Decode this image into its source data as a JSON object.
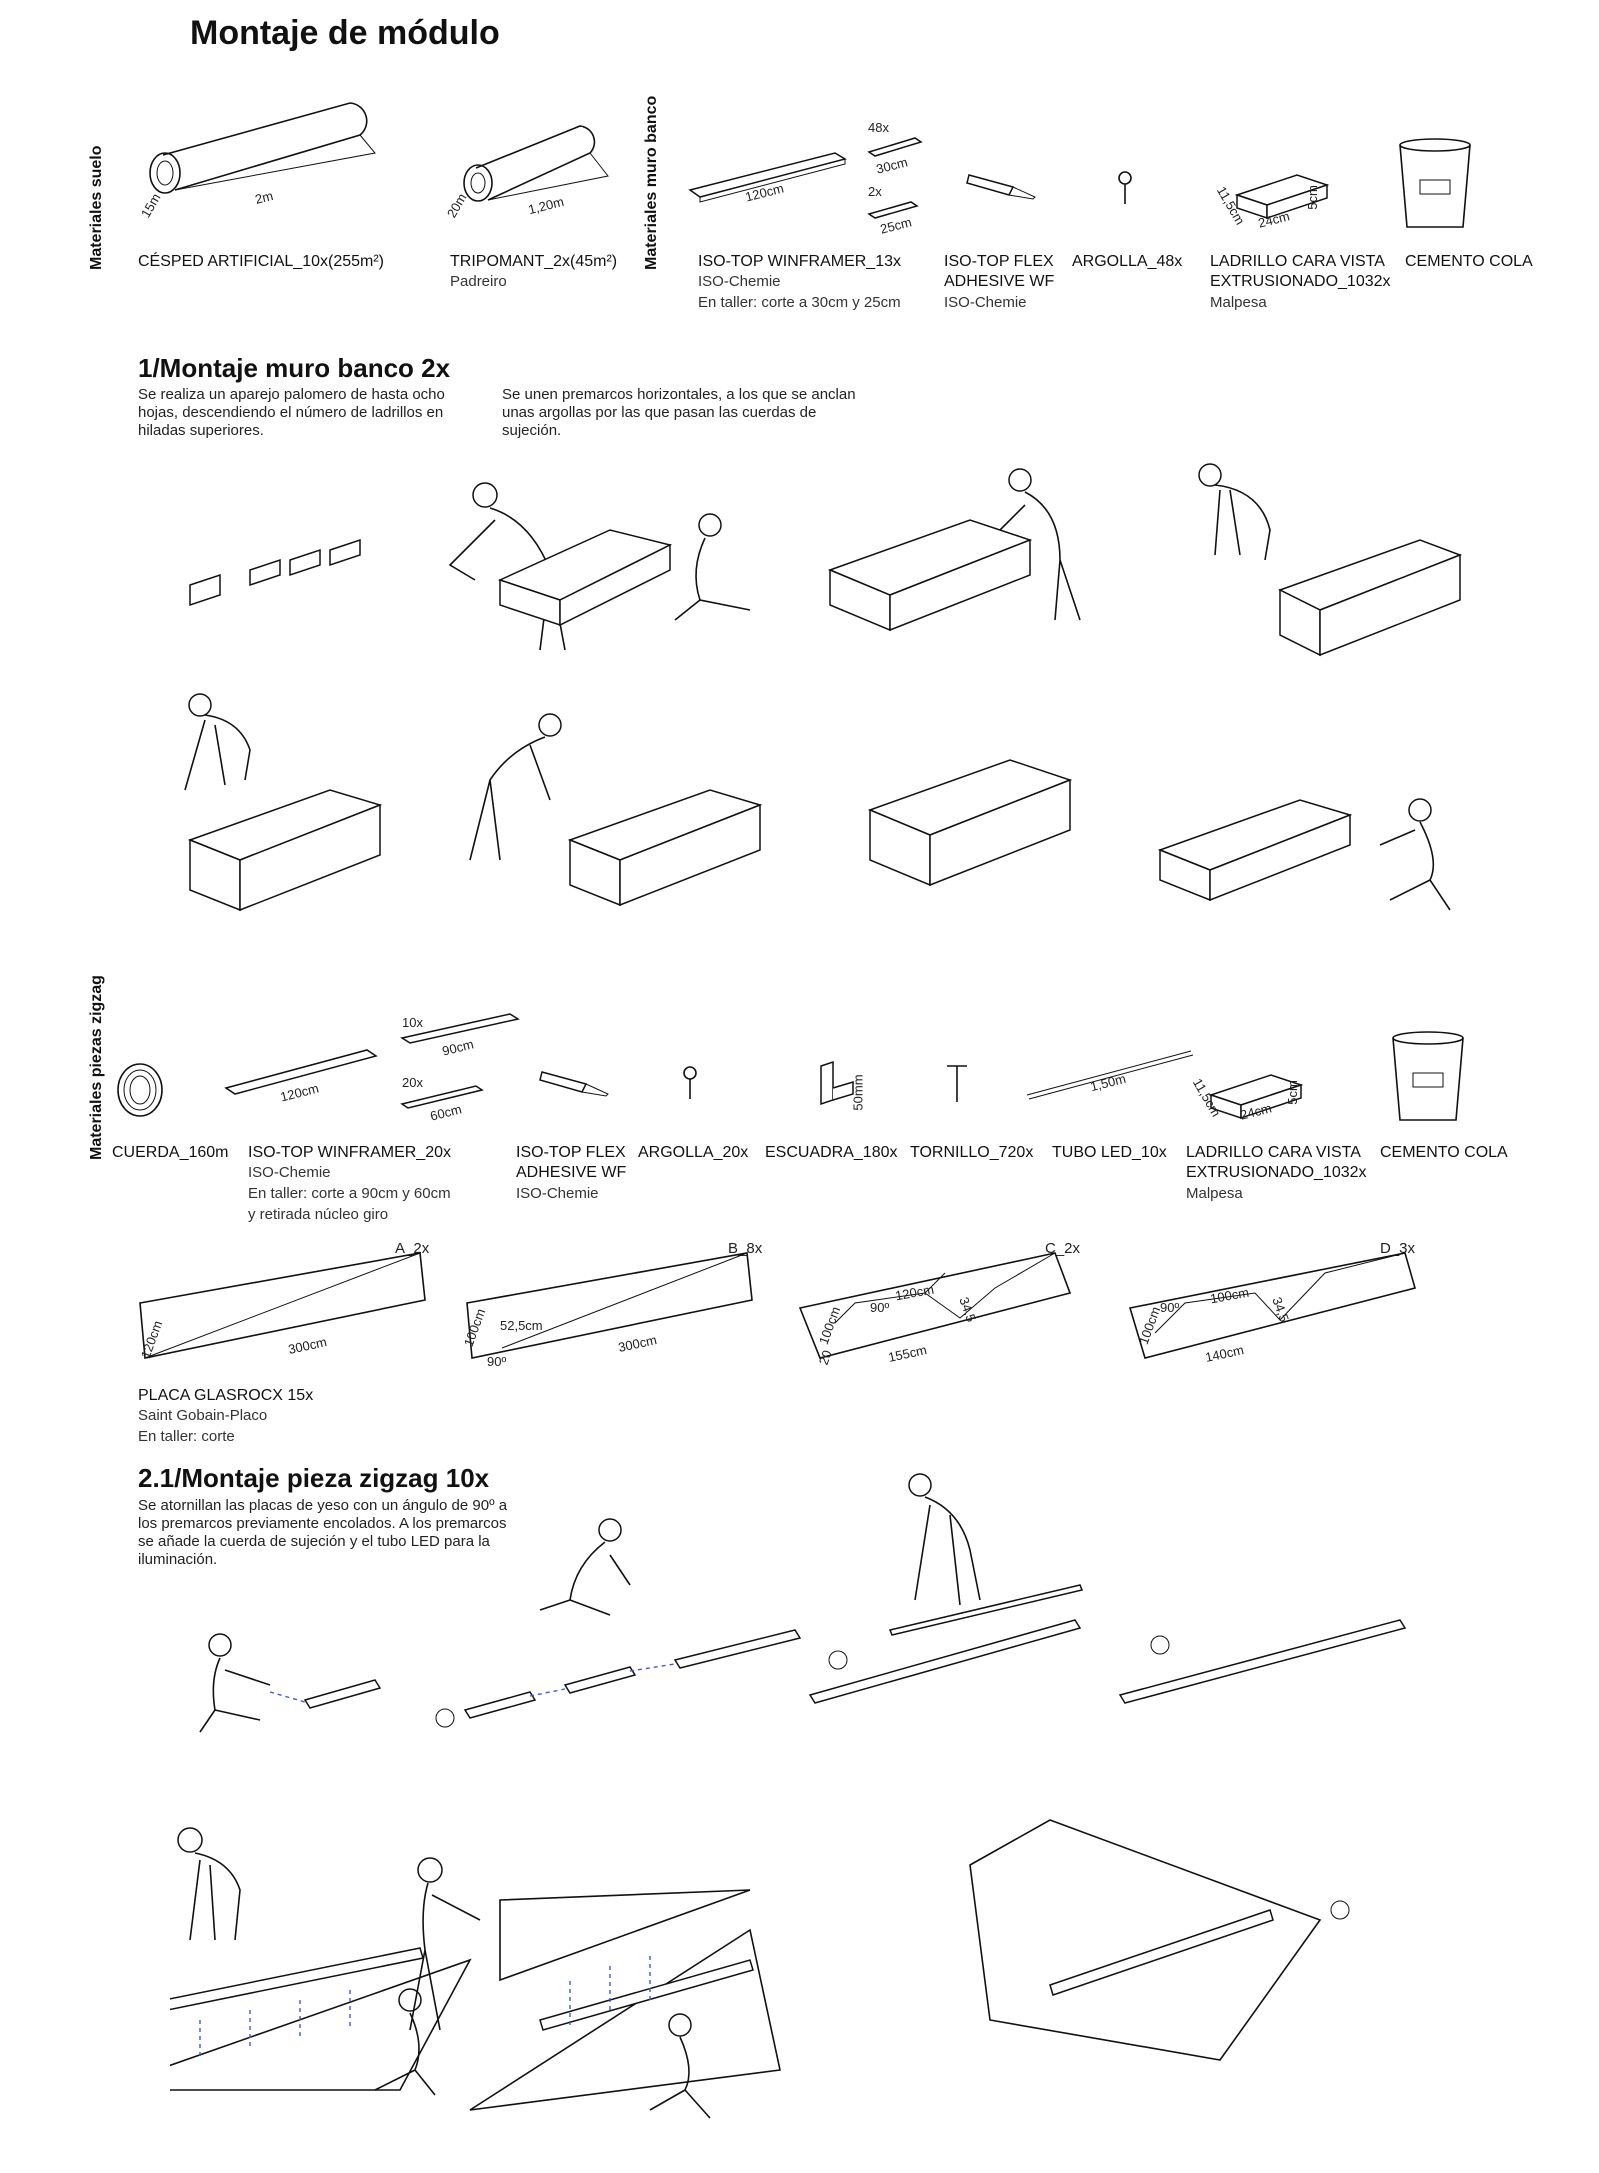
{
  "title": "Montaje de módulo",
  "side_labels": {
    "suelo": "Materiales suelo",
    "muro": "Materiales muro banco",
    "zigzag": "Materiales piezas zigzag"
  },
  "materials_suelo": [
    {
      "name": "CÉSPED ARTIFICIAL_10x(255m²)",
      "dims": [
        "15m",
        "2m"
      ]
    },
    {
      "name": "TRIPOMANT_2x(45m²)",
      "sub": "Padreiro",
      "dims": [
        "20m",
        "1,20m"
      ]
    }
  ],
  "materials_muro": [
    {
      "name": "ISO-TOP WINFRAMER_13x",
      "sub1": "ISO-Chemie",
      "sub2": "En taller: corte a 30cm y 25cm",
      "dims": [
        "120cm",
        "48x",
        "30cm",
        "2x",
        "25cm"
      ]
    },
    {
      "name1": "ISO-TOP FLEX",
      "name2": "ADHESIVE WF",
      "sub": "ISO-Chemie"
    },
    {
      "name": "ARGOLLA_48x"
    },
    {
      "name1": "LADRILLO CARA VISTA",
      "name2": "EXTRUSIONADO_1032x",
      "sub": "Malpesa",
      "dims": [
        "11,5cm",
        "24cm",
        "5cm"
      ]
    },
    {
      "name": "CEMENTO COLA"
    }
  ],
  "section1": {
    "heading": "1/Montaje muro banco 2x",
    "text_a": "Se realiza un aparejo palomero de hasta ocho hojas, descendiendo el número de ladrillos en hiladas superiores.",
    "text_b": "Se unen premarcos horizontales, a los que se anclan unas argollas por las que pasan las cuerdas de sujeción."
  },
  "materials_zigzag": [
    {
      "name": "CUERDA_160m"
    },
    {
      "name": "ISO-TOP WINFRAMER_20x",
      "sub1": "ISO-Chemie",
      "sub2": "En taller: corte a 90cm y 60cm",
      "sub3": "y retirada núcleo giro",
      "dims": [
        "120cm",
        "10x",
        "90cm",
        "20x",
        "60cm"
      ]
    },
    {
      "name1": "ISO-TOP FLEX",
      "name2": "ADHESIVE WF",
      "sub": "ISO-Chemie"
    },
    {
      "name": "ARGOLLA_20x"
    },
    {
      "name": "ESCUADRA_180x",
      "dims": [
        "50mm"
      ]
    },
    {
      "name": "TORNILLO_720x"
    },
    {
      "name": "TUBO LED_10x",
      "dims": [
        "1,50m"
      ]
    },
    {
      "name1": "LADRILLO CARA VISTA",
      "name2": "EXTRUSIONADO_1032x",
      "sub": "Malpesa",
      "dims": [
        "11,5cm",
        "24cm",
        "5cm"
      ]
    },
    {
      "name": "CEMENTO COLA"
    }
  ],
  "placas": [
    {
      "label": "A_2x",
      "dims": [
        "120cm",
        "300cm"
      ]
    },
    {
      "label": "B_8x",
      "dims": [
        "100cm",
        "52,5cm",
        "300cm",
        "90º"
      ]
    },
    {
      "label": "C_2x",
      "dims": [
        "100cm",
        "90º",
        "120cm",
        "34,5",
        "20",
        "155cm"
      ]
    },
    {
      "label": "D_3x",
      "dims": [
        "100cm",
        "100cm",
        "90º",
        "34,5",
        "140cm"
      ]
    }
  ],
  "placa_info": {
    "name": "PLACA GLASROCX 15x",
    "sub1": "Saint Gobain-Placo",
    "sub2": "En taller: corte"
  },
  "section2": {
    "heading": "2.1/Montaje pieza zigzag 10x",
    "text": "Se atornillan las placas de yeso con un ángulo de 90º a los premarcos previamente encolados. A los premarcos se añade la cuerda de sujeción y el tubo LED para la iluminación."
  }
}
